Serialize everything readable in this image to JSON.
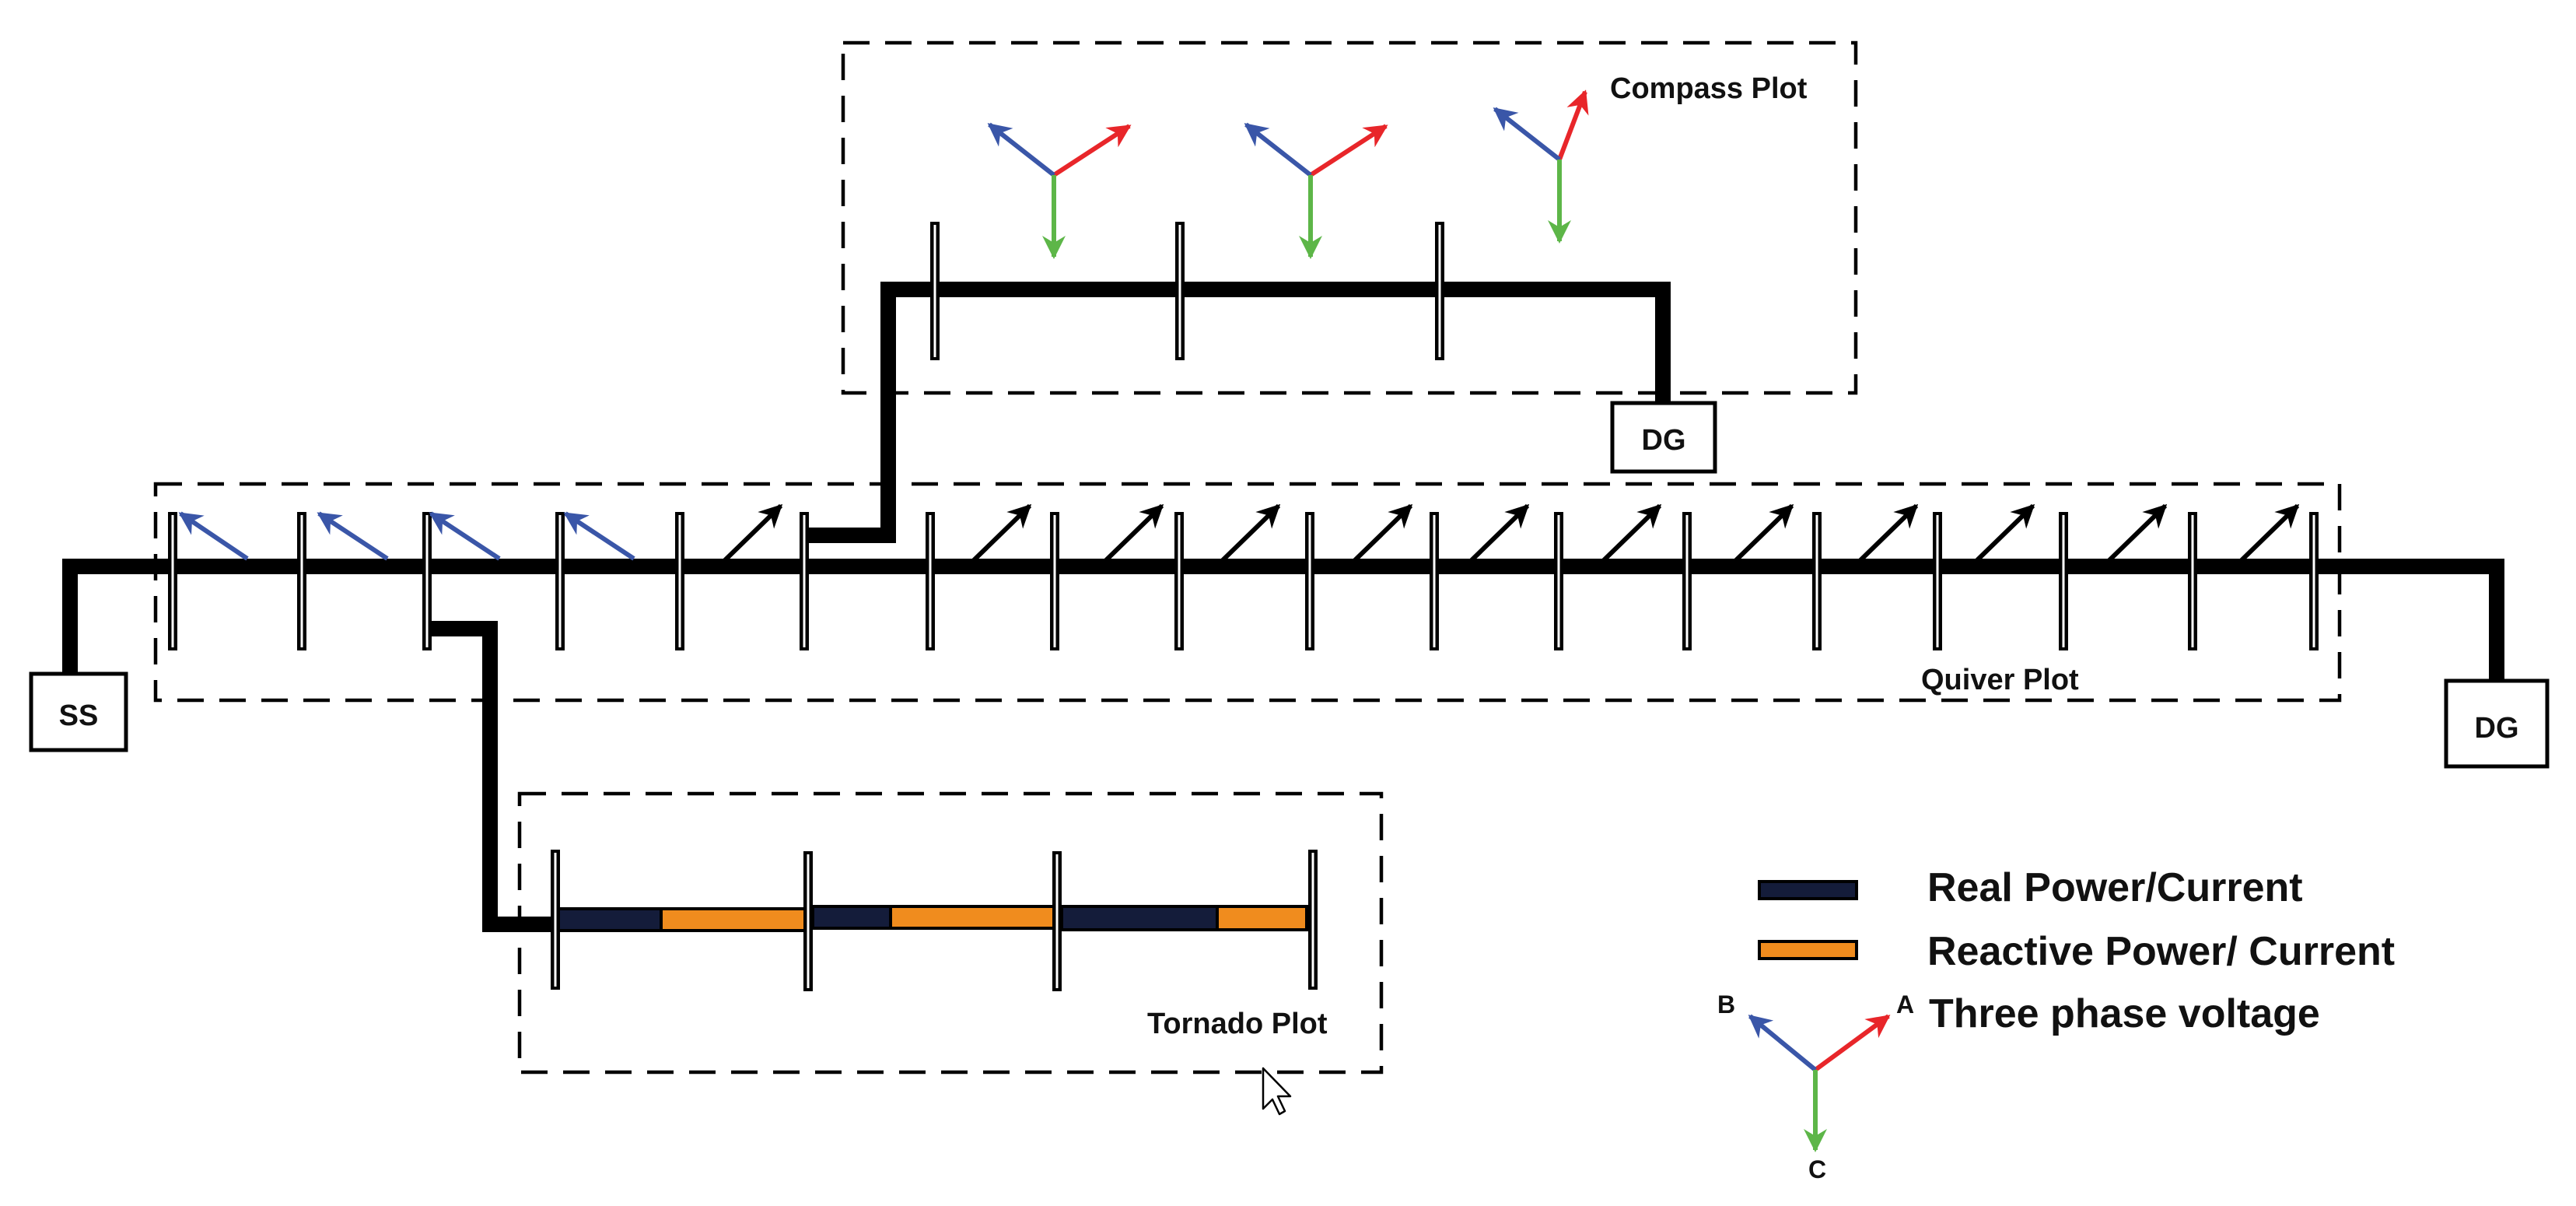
{
  "labels": {
    "compass_plot": "Compass Plot",
    "quiver_plot": "Quiver Plot",
    "tornado_plot": "Tornado Plot"
  },
  "nodes": {
    "substation": "SS",
    "dg_top": "DG",
    "dg_right": "DG"
  },
  "legend": {
    "real": "Real Power/Current",
    "reactive": "Reactive Power/ Current",
    "voltage": "Three phase voltage",
    "phase_a": "A",
    "phase_b": "B",
    "phase_c": "C"
  },
  "colors": {
    "line": "#000000",
    "real_power": "#141c3a",
    "reactive_power": "#f08c1e",
    "phase_a": "#e8262a",
    "phase_b": "#3a56a8",
    "phase_c": "#5db648",
    "quiver_reverse": "#3a56a8",
    "quiver_forward": "#000000"
  },
  "icons": [
    "cursor-pointer-icon"
  ]
}
